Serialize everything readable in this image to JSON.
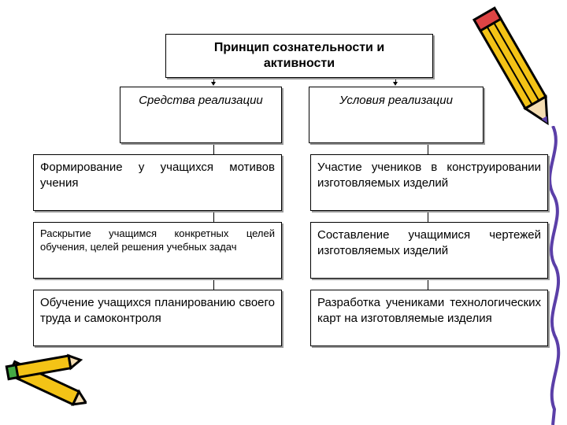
{
  "title": "Принцип сознательности и активности",
  "columns": [
    {
      "header": "Средства реализации",
      "items": [
        "Формирование у учащихся мотивов учения",
        "Раскрытие учащимся конкретных целей обучения, целей решения учебных задач",
        "Обучение учащихся планированию своего труда и самоконтроля"
      ]
    },
    {
      "header": "Условия реализации",
      "items": [
        "Участие учеников в конструировании изготовляемых изделий",
        "Составление учащимися чертежей изготовляемых изделий",
        "Разработка учениками технологических карт на изготовляемые изделия"
      ]
    }
  ],
  "decor": {
    "pencil_color": "#f3c316",
    "pencil_outline": "#000000",
    "squiggle_color": "#5b3fa8"
  }
}
